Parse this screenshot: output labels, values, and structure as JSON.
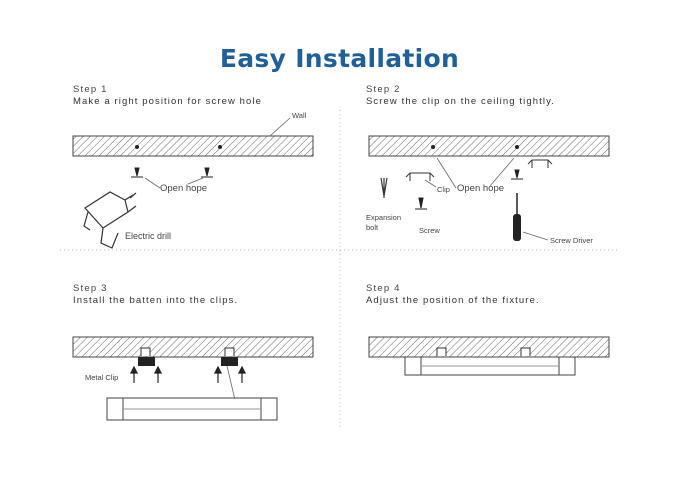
{
  "title": "Easy Installation",
  "steps": [
    {
      "label": "Step 1",
      "description": "Make a right position for screw hole"
    },
    {
      "label": "Step 2",
      "description": "Screw the clip on the ceiling tightly."
    },
    {
      "label": "Step 3",
      "description": "Install the batten into the clips."
    },
    {
      "label": "Step 4",
      "description": "Adjust the position of the fixture."
    }
  ],
  "callouts": {
    "wall": "Wall",
    "open_hole_1": "Open hope",
    "electric_drill": "Electric drill",
    "clip": "Clip",
    "open_hole_2": "Open hope",
    "expansion_bolt_line1": "Expansion",
    "expansion_bolt_line2": "bolt",
    "screw": "Screw",
    "screwdriver": "Screw Driver",
    "metal_clip": "Metal Clip"
  },
  "colors": {
    "title": "#1f5f9c",
    "line": "#444444",
    "divider": "#bbbbbb"
  }
}
